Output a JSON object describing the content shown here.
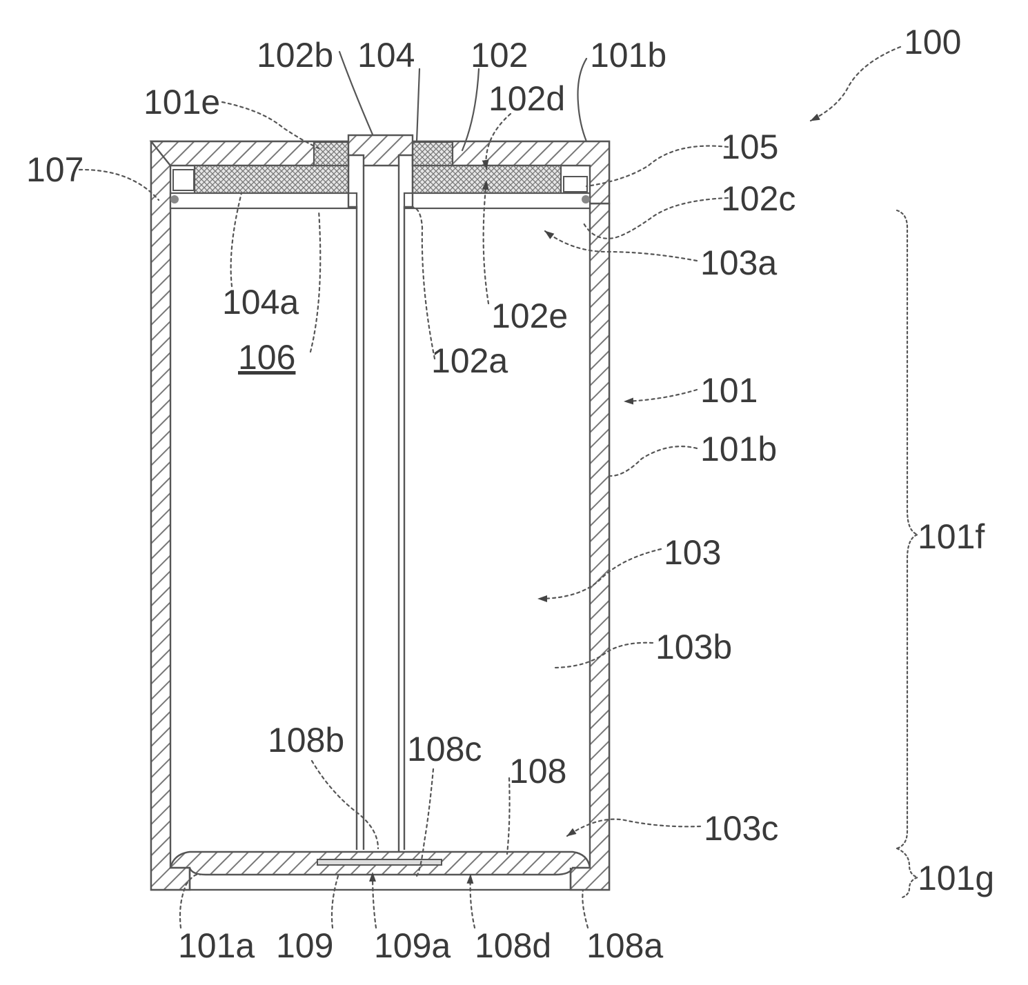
{
  "labels": {
    "l100": "100",
    "l101b_top": "101b",
    "l102": "102",
    "l104": "104",
    "l102b": "102b",
    "l101e": "101e",
    "l102d": "102d",
    "l105": "105",
    "l107": "107",
    "l102c": "102c",
    "l103a": "103a",
    "l104a": "104a",
    "l106": "106",
    "l102e": "102e",
    "l102a": "102a",
    "l101": "101",
    "l101b_mid": "101b",
    "l101f": "101f",
    "l103": "103",
    "l103b": "103b",
    "l108b": "108b",
    "l108c": "108c",
    "l108": "108",
    "l103c": "103c",
    "l101g": "101g",
    "l101a": "101a",
    "l109": "109",
    "l109a": "109a",
    "l108d": "108d",
    "l108a": "108a"
  }
}
